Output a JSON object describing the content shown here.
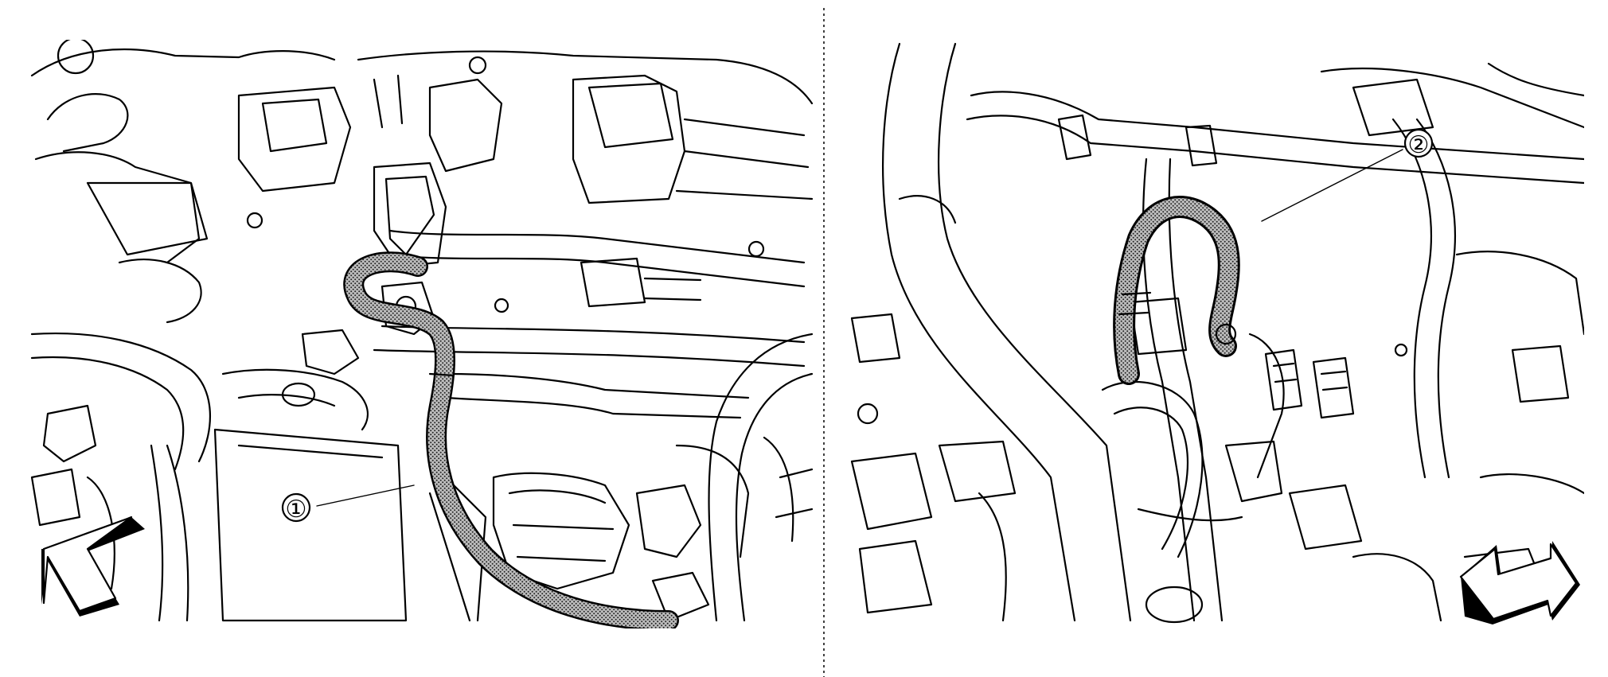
{
  "callouts": [
    {
      "id": "callout-1",
      "label": "①"
    },
    {
      "id": "callout-2",
      "label": "②"
    }
  ],
  "colors": {
    "line": "#000000",
    "background": "#ffffff",
    "highlight_hatch": "#9a9a9a"
  },
  "icons": {
    "left_panel_arrow": "front-direction-arrow-icon",
    "right_panel_arrow": "front-direction-arrow-icon"
  }
}
